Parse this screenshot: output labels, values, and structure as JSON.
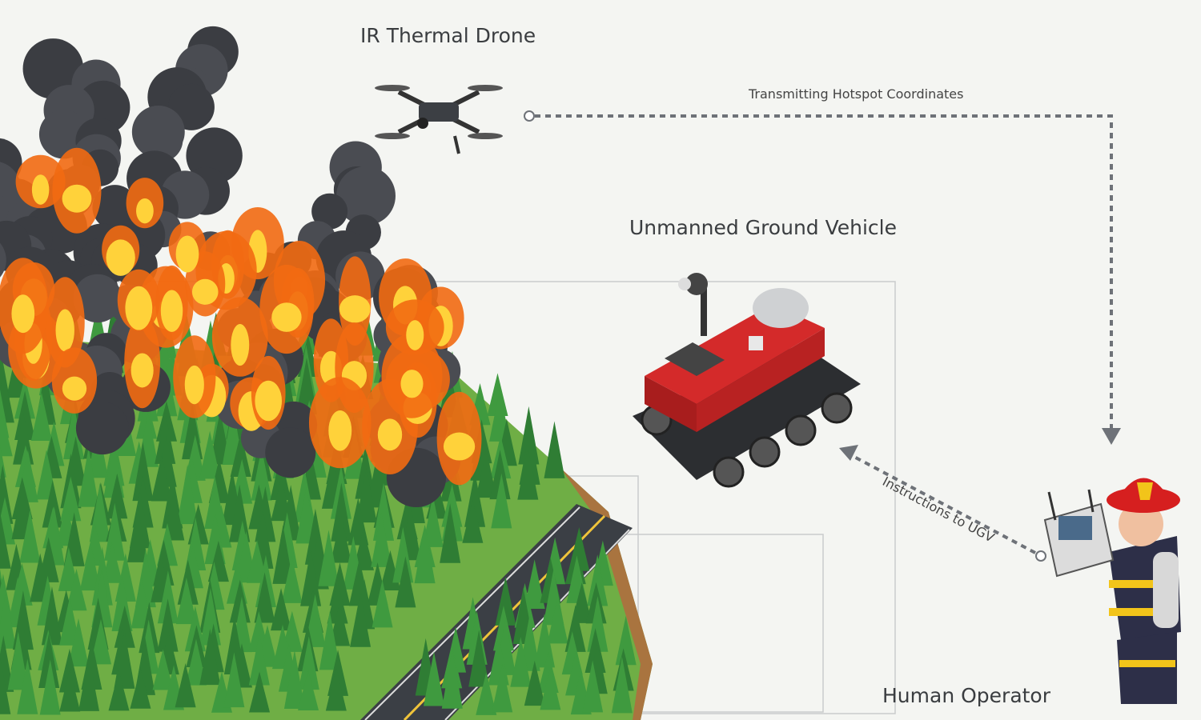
{
  "labels": {
    "drone": "IR Thermal Drone",
    "transmit": "Transmitting Hotspot Coordinates",
    "ugv": "Unmanned Ground Vehicle",
    "instructions": "Instructions to UGV",
    "operator": "Human Operator"
  },
  "colors": {
    "background": "#f4f5f2",
    "arrow": "#6e7278",
    "ugv_body": "#d42a2a",
    "forest": "#3f8f3a",
    "fire": "#f26a12",
    "smoke": "#3b3d42"
  }
}
